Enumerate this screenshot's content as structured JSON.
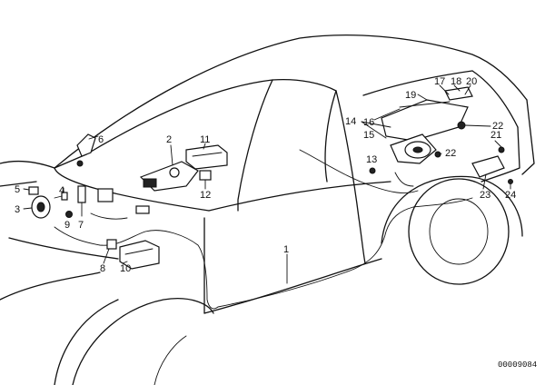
{
  "diagram": {
    "ref_code": "00009084",
    "labels": {
      "l1": "1",
      "l2": "2",
      "l3": "3",
      "l4": "4",
      "l5": "5",
      "l6": "6",
      "l7": "7",
      "l8": "8",
      "l9": "9",
      "l10": "10",
      "l11": "11",
      "l12": "12",
      "l13": "13",
      "l14": "14",
      "l15": "15",
      "l16": "16",
      "l17": "17",
      "l18": "18",
      "l19": "19",
      "l20": "20",
      "l21": "21",
      "l22a": "22",
      "l22b": "22",
      "l23": "23",
      "l24": "24"
    }
  }
}
